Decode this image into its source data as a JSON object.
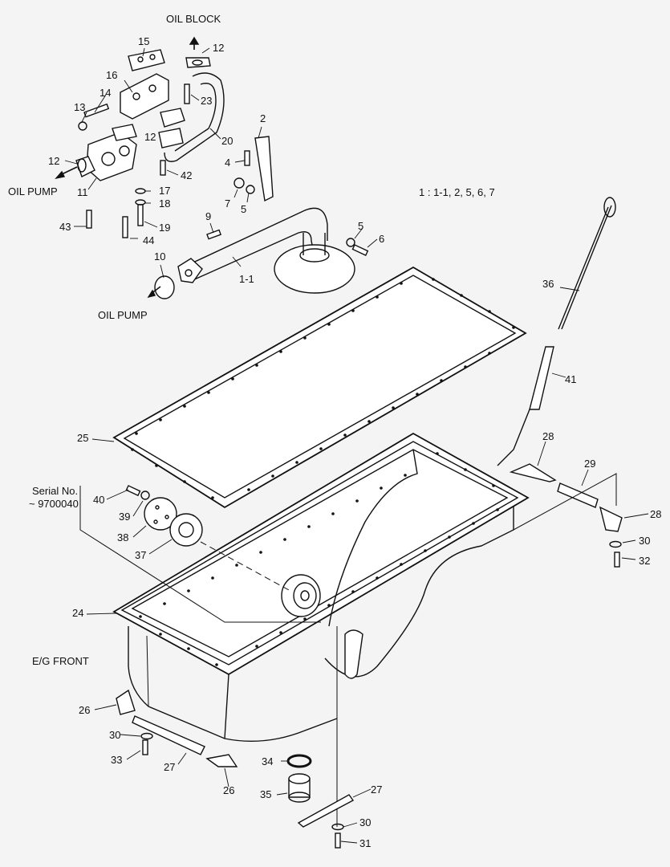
{
  "labels": {
    "oil_block": "OIL BLOCK",
    "oil_pump_left": "OIL PUMP",
    "oil_pump_bottom": "OIL PUMP",
    "serial_line1": "Serial No.",
    "serial_line2": "~ 9700040",
    "eg_front": "E/G FRONT",
    "assembly_note": "1 : 1-1, 2, 5, 6, 7"
  },
  "part_numbers": {
    "p1_1": "1-1",
    "p2": "2",
    "p4": "4",
    "p5a": "5",
    "p5b": "5",
    "p6": "6",
    "p7": "7",
    "p9": "9",
    "p10": "10",
    "p11": "11",
    "p12a": "12",
    "p12b": "12",
    "p12c": "12",
    "p13": "13",
    "p14": "14",
    "p15": "15",
    "p16": "16",
    "p17": "17",
    "p18": "18",
    "p19": "19",
    "p20": "20",
    "p23": "23",
    "p24": "24",
    "p25": "25",
    "p26a": "26",
    "p26b": "26",
    "p27a": "27",
    "p27b": "27",
    "p28a": "28",
    "p28b": "28",
    "p29": "29",
    "p30a": "30",
    "p30b": "30",
    "p30c": "30",
    "p31": "31",
    "p32": "32",
    "p33": "33",
    "p34": "34",
    "p35": "35",
    "p36": "36",
    "p37": "37",
    "p38": "38",
    "p39": "39",
    "p40": "40",
    "p41": "41",
    "p42": "42",
    "p43": "43",
    "p44": "44"
  },
  "colors": {
    "background": "#f4f4f4",
    "line": "#111111",
    "part_fill": "#ffffff"
  }
}
